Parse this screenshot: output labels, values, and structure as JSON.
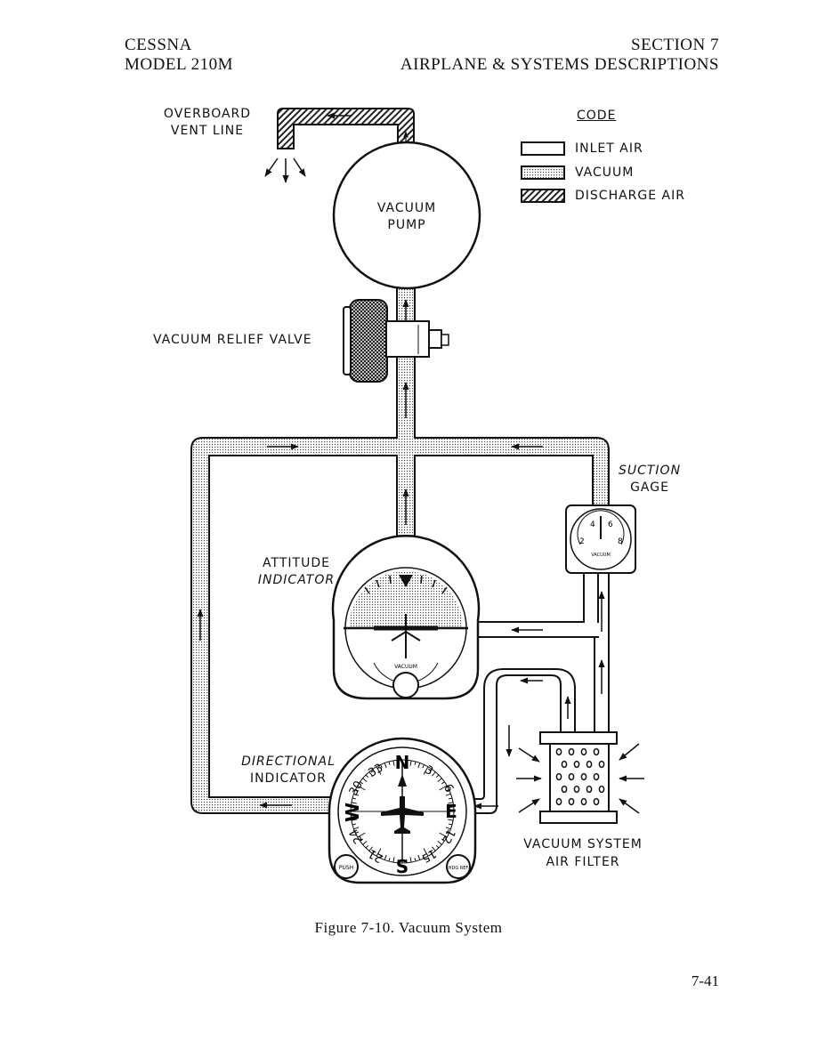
{
  "header": {
    "left_line1": "CESSNA",
    "left_line2": "MODEL 210M",
    "right_line1": "SECTION 7",
    "right_line2": "AIRPLANE & SYSTEMS DESCRIPTIONS"
  },
  "labels": {
    "overboard_line1": "OVERBOARD",
    "overboard_line2": "VENT LINE",
    "vacuum_pump_line1": "VACUUM",
    "vacuum_pump_line2": "PUMP",
    "relief_valve": "VACUUM RELIEF VALVE",
    "suction_line1": "SUCTION",
    "suction_line2": "GAGE",
    "attitude_line1": "ATTITUDE",
    "attitude_line2": "INDICATOR",
    "directional_line1": "DIRECTIONAL",
    "directional_line2": "INDICATOR",
    "filter_line1": "VACUUM SYSTEM",
    "filter_line2": "AIR FILTER"
  },
  "legend": {
    "title": "CODE",
    "items": [
      {
        "label": "INLET AIR",
        "pattern": "none"
      },
      {
        "label": "VACUUM",
        "pattern": "dots"
      },
      {
        "label": "DISCHARGE AIR",
        "pattern": "hatch"
      }
    ]
  },
  "suction_gage": {
    "scale": [
      "2",
      "4",
      "6",
      "8"
    ],
    "face_text": "VACUUM"
  },
  "attitude_face_text": "VACUUM",
  "directional_dial": {
    "cardinals": [
      "N",
      "E",
      "S",
      "W"
    ],
    "numbers": [
      "3",
      "6",
      "12",
      "15",
      "21",
      "24",
      "30",
      "33"
    ],
    "knob_left": "PUSH",
    "knob_right": "HDG REF"
  },
  "caption": "Figure 7-10.  Vacuum System",
  "page_number": "7-41"
}
